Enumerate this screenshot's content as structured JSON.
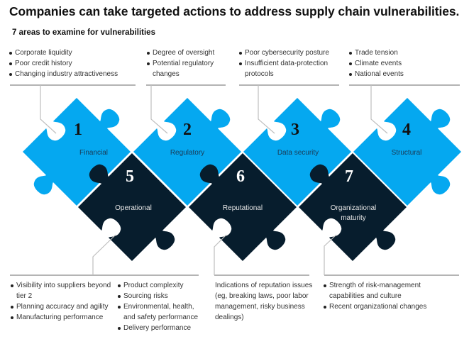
{
  "title": "Companies can take targeted actions to address supply chain vulnerabilities.",
  "subtitle": "7 areas to examine for vulnerabilities",
  "colors": {
    "light_piece": "#05A8F0",
    "dark_piece": "#071D2D",
    "connector": "#BFBFBF",
    "rule": "#888888"
  },
  "areas": [
    {
      "number": "1",
      "label": "Financial",
      "tone": "light",
      "notes": [
        "Corporate liquidity",
        "Poor credit history",
        "Changing industry attractiveness"
      ]
    },
    {
      "number": "2",
      "label": "Regulatory",
      "tone": "light",
      "notes": [
        "Degree of oversight",
        "Potential regulatory changes"
      ]
    },
    {
      "number": "3",
      "label": "Data security",
      "tone": "light",
      "notes": [
        "Poor cybersecurity posture",
        "Insufficient data-protection protocols"
      ]
    },
    {
      "number": "4",
      "label": "Structural",
      "tone": "light",
      "notes": [
        "Trade tension",
        "Climate events",
        "National events"
      ]
    },
    {
      "number": "5",
      "label": "Operational",
      "tone": "dark",
      "notes_col1": [
        "Visibility into suppliers beyond tier 2",
        "Planning accuracy and agility",
        "Manufacturing performance"
      ],
      "notes_col2": [
        "Product complexity",
        "Sourcing risks",
        "Environmental, health, and safety performance",
        "Delivery performance"
      ]
    },
    {
      "number": "6",
      "label": "Reputational",
      "tone": "dark",
      "note_text": "Indications of reputation issues (eg, breaking laws, poor labor management, risky business dealings)"
    },
    {
      "number": "7",
      "label": "Organizational maturity",
      "label_lines": [
        "Organizational",
        "maturity"
      ],
      "tone": "dark",
      "notes": [
        "Strength of risk-management capabilities and culture",
        "Recent organizational changes"
      ]
    }
  ]
}
